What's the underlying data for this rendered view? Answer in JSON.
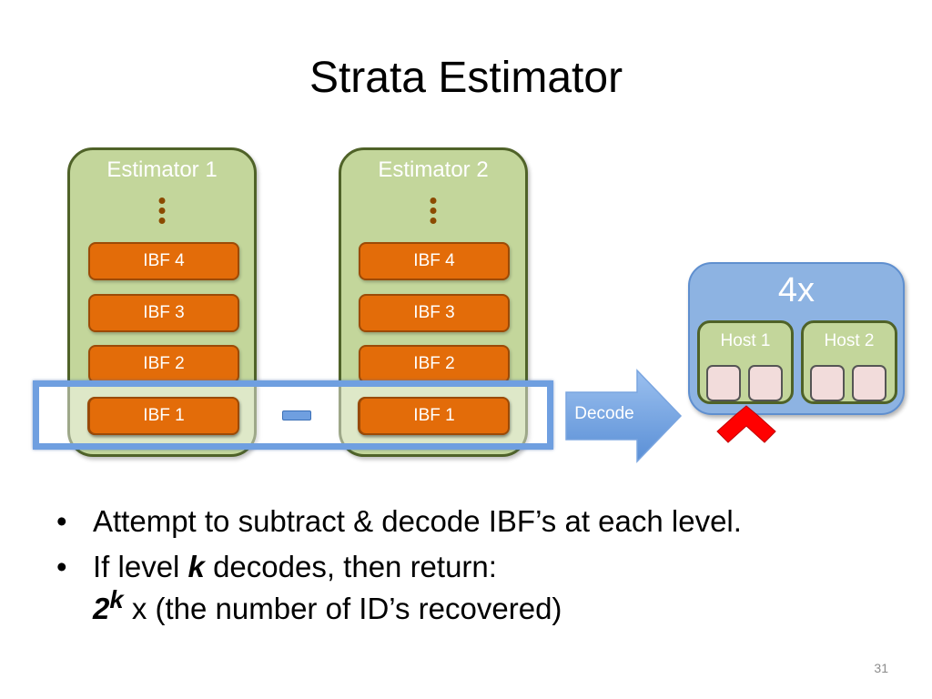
{
  "slide": {
    "title": "Strata Estimator",
    "page_number": "31"
  },
  "estimators": [
    {
      "label": "Estimator 1",
      "ibfs": [
        "IBF 4",
        "IBF 3",
        "IBF 2",
        "IBF 1"
      ]
    },
    {
      "label": "Estimator 2",
      "ibfs": [
        "IBF 4",
        "IBF 3",
        "IBF 2",
        "IBF 1"
      ]
    }
  ],
  "decode_label": "Decode",
  "cluster": {
    "multiplier": "4x",
    "hosts": [
      "Host 1",
      "Host 2"
    ]
  },
  "bullets": {
    "item1": "Attempt to subtract & decode IBF’s at each level.",
    "item2_prefix": "If level ",
    "item2_var": "k",
    "item2_suffix": " decodes, then return:",
    "item2_line2_base": "2",
    "item2_line2_exp": "k",
    "item2_line2_rest": " x (the number of ID’s recovered)",
    "bullet_char": "•"
  },
  "colors": {
    "estimator_fill": "#c3d69b",
    "ibf_fill": "#e36c09",
    "highlight": "#6f9fe0",
    "cluster_fill": "#8db3e2",
    "fail_mark": "#ff0000"
  }
}
